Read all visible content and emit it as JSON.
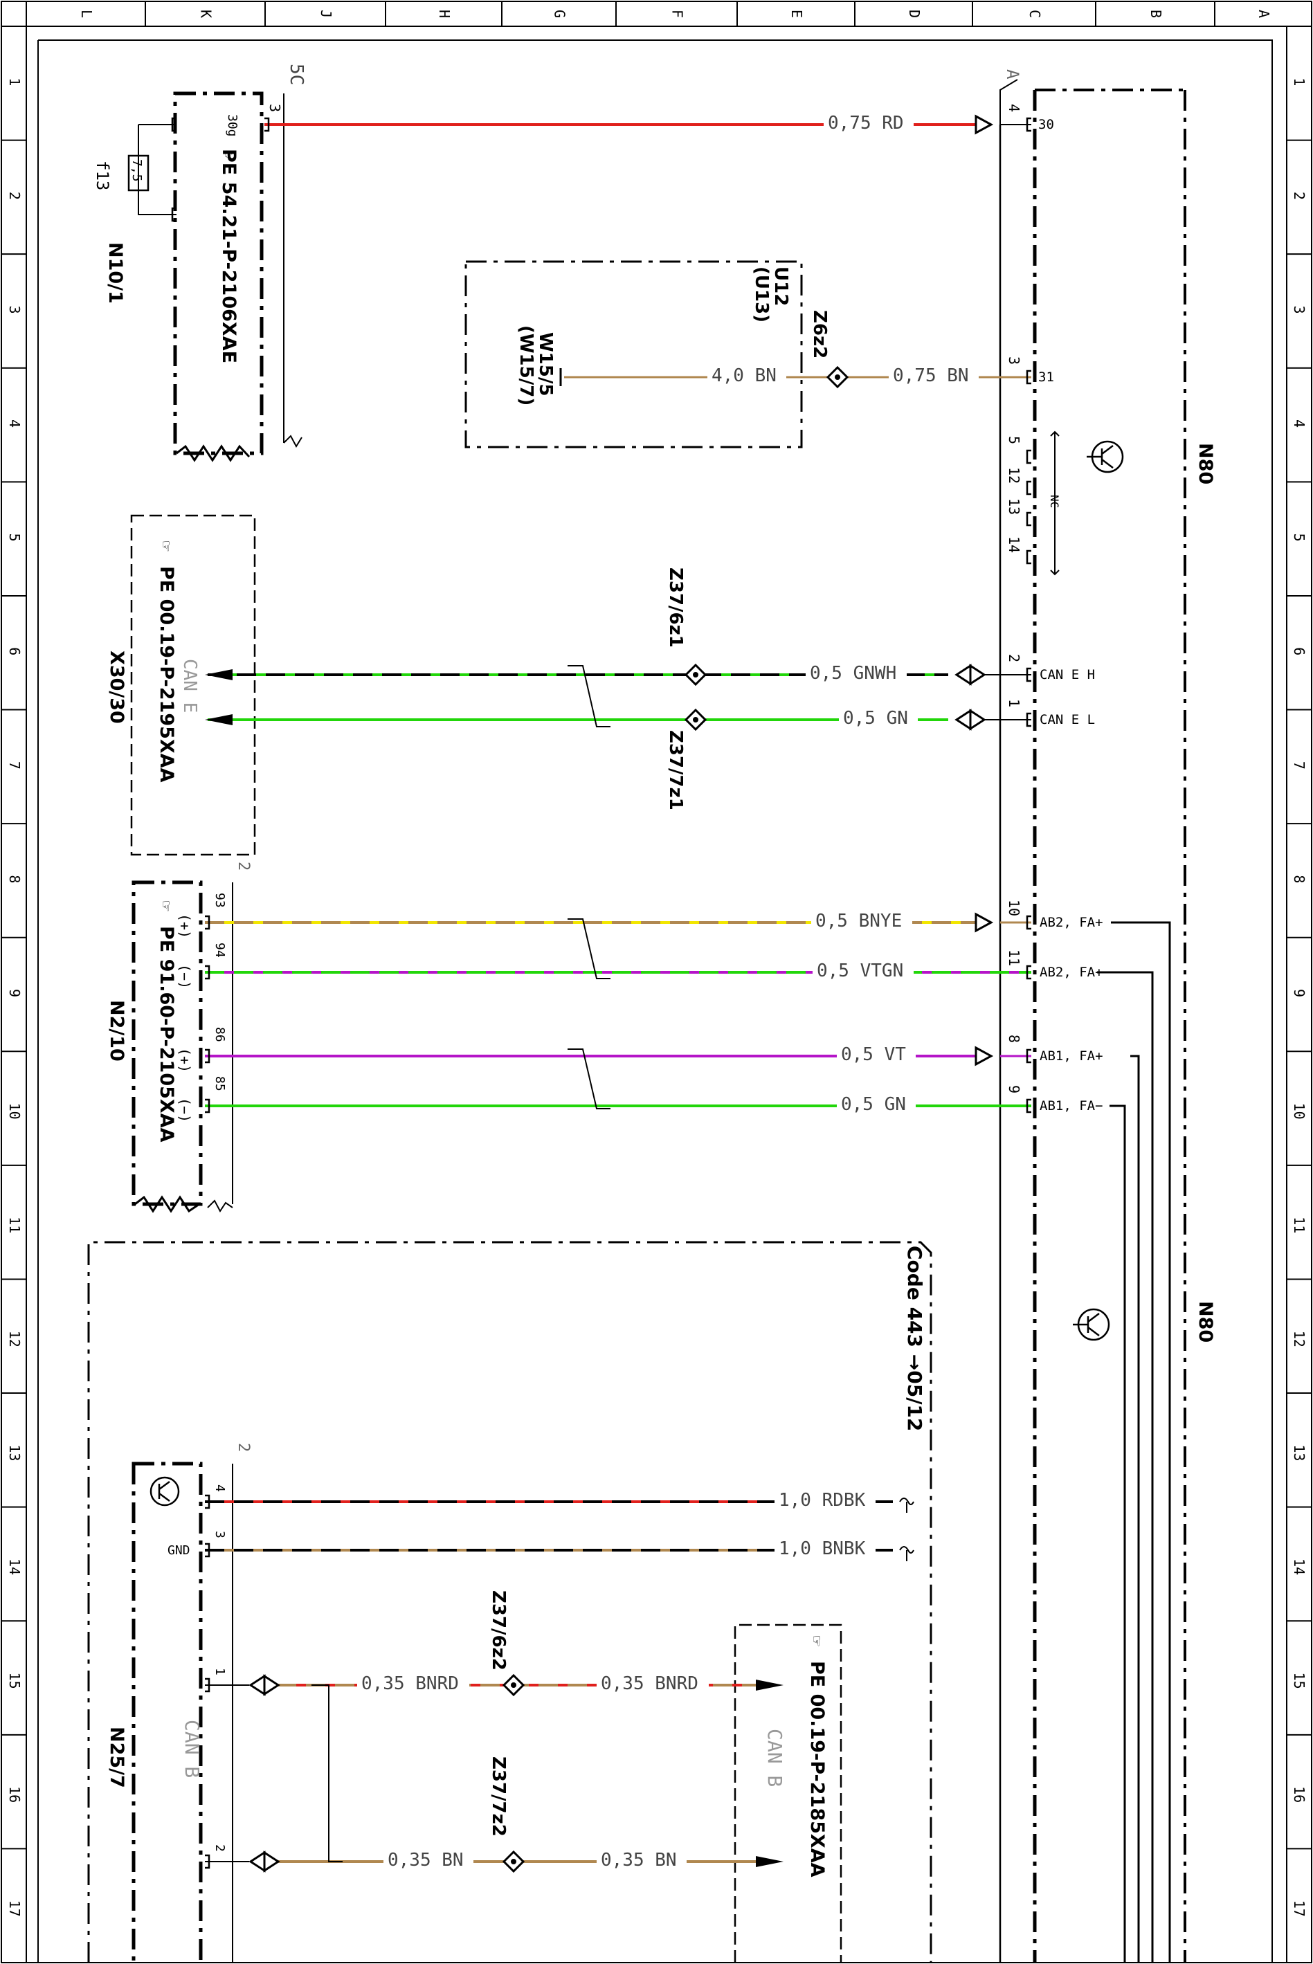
{
  "frame": {
    "col_letters": [
      "L",
      "K",
      "J",
      "H",
      "G",
      "F",
      "E",
      "D",
      "C",
      "B",
      "A"
    ],
    "row_numbers": [
      "1",
      "2",
      "3",
      "4",
      "5",
      "6",
      "7",
      "8",
      "9",
      "10",
      "11",
      "12",
      "13",
      "14",
      "15",
      "16",
      "17"
    ]
  },
  "colors": {
    "red": "#e0201c",
    "brown": "#b08850",
    "green": "#22d60a",
    "yellow": "#f2e600",
    "violet": "#b514c8",
    "white": "#ffffff",
    "black": "#000000",
    "gray": "#999999"
  },
  "components": {
    "n10_1": {
      "name": "N10/1",
      "ref": "PE 54.21-P-2106XAE",
      "plug": "5C",
      "pin_a": "3",
      "pin_b": "30g",
      "fuse_value": "7,5",
      "fuse": "f13"
    },
    "n80": {
      "name": "N80",
      "plug": "A"
    },
    "u12": {
      "line1": "U12",
      "line2": "(U13)"
    },
    "w15": {
      "line1": "W15/5",
      "line2": "(W15/7)"
    },
    "x30_30": {
      "name": "X30/30",
      "ref": "PE 00.19-P-2195XAA",
      "bus": "CAN E"
    },
    "n2_10": {
      "name": "N2/10",
      "ref": "PE 91.60-P-2105XAA",
      "plug": "2"
    },
    "code_box": {
      "label": "Code 443 →05/12"
    },
    "n25_7": {
      "name": "N25/7",
      "plug": "2",
      "bus": "CAN B",
      "gnd": "GND"
    },
    "can_b_ref": {
      "ref": "PE 00.19-P-2185XAA",
      "bus": "CAN B"
    }
  },
  "connectors": {
    "z6z2": "Z6z2",
    "z37_6z1": "Z37/6z1",
    "z37_7z1": "Z37/7z1",
    "z37_6z2": "Z37/6z2",
    "z37_7z2": "Z37/7z2"
  },
  "nc_label": "NC",
  "wires": {
    "w30": {
      "label": "0,75 RD",
      "pin": "4",
      "terminal": "30"
    },
    "w31a": {
      "label": "4,0 BN"
    },
    "w31b": {
      "label": "0,75 BN",
      "pin": "3",
      "terminal": "31"
    },
    "nc_pins": [
      "5",
      "12",
      "13",
      "14"
    ],
    "can_e_h": {
      "label": "0,5 GNWH",
      "pin": "2",
      "terminal": "CAN E H"
    },
    "can_e_l": {
      "label": "0,5 GN",
      "pin": "1",
      "terminal": "CAN E L"
    },
    "ab2p": {
      "label": "0,5 BNYE",
      "pin": "10",
      "terminal": "AB2, FA+",
      "left_pin": "93",
      "polarity": "(+)"
    },
    "ab2m": {
      "label": "0,5 VTGN",
      "pin": "11",
      "terminal": "AB2, FA+",
      "left_pin": "94",
      "polarity": "(−)"
    },
    "ab1p": {
      "label": "0,5 VT",
      "pin": "8",
      "terminal": "AB1, FA+",
      "left_pin": "86",
      "polarity": "(+)"
    },
    "ab1m": {
      "label": "0,5 GN",
      "pin": "9",
      "terminal": "AB1, FA−",
      "left_pin": "85",
      "polarity": "(−)"
    },
    "rdbk": {
      "label": "1,0 RDBK",
      "pin": "4"
    },
    "bnbk": {
      "label": "1,0 BNBK",
      "pin": "3"
    },
    "can_b_h1": {
      "label": "0,35 BNRD",
      "pin": "1"
    },
    "can_b_h2": {
      "label": "0,35 BNRD"
    },
    "can_b_l1": {
      "label": "0,35 BN",
      "pin": "2"
    },
    "can_b_l2": {
      "label": "0,35 BN"
    }
  }
}
